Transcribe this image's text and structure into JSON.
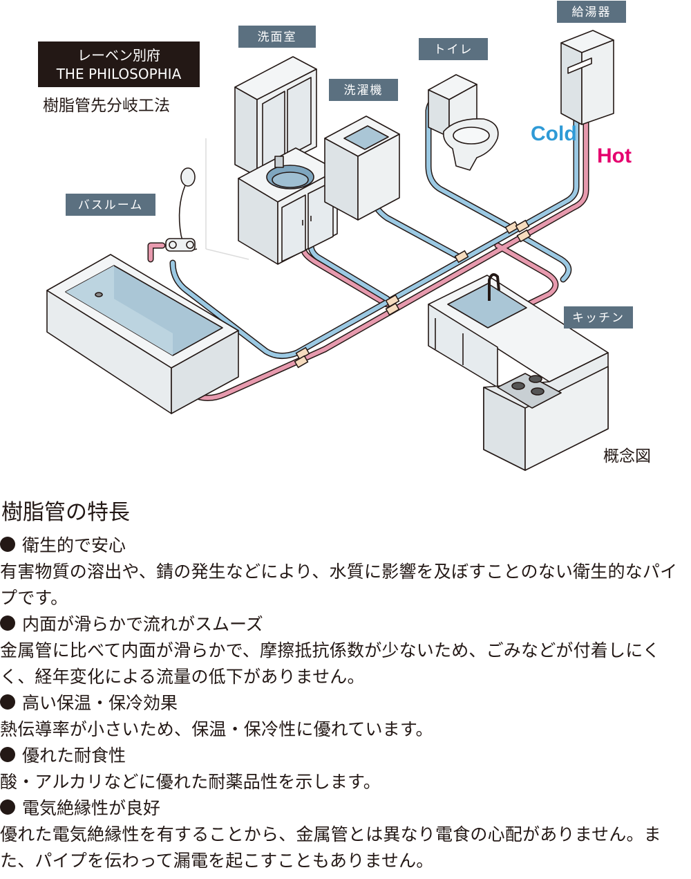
{
  "brand": {
    "title_line1": "レーベン別府",
    "title_line2": "THE PHILOSOPHIA",
    "method": "樹脂管先分岐工法"
  },
  "diagram": {
    "labels": {
      "washroom": "洗面室",
      "toilet": "トイレ",
      "water_heater": "給湯器",
      "washing_machine": "洗濯機",
      "bathroom": "バスルーム",
      "kitchen": "キッチン",
      "cold": "Cold",
      "hot": "Hot"
    },
    "caption": "概念図",
    "colors": {
      "cold_pipe": "#9bc9e3",
      "hot_pipe": "#e79aae",
      "cold_text": "#2e9ad6",
      "hot_text": "#e5006e",
      "tag_bg": "#5b7080",
      "fixture_fill": "#eef1f2",
      "water_fill": "#aac6d6"
    }
  },
  "features": {
    "heading": "樹脂管の特長",
    "items": [
      {
        "title": "衛生的で安心",
        "body": "有害物質の溶出や、錆の発生などにより、水質に影響を及ぼすことのない衛生的なパイプです。"
      },
      {
        "title": "内面が滑らかで流れがスムーズ",
        "body": "金属管に比べて内面が滑らかで、摩擦抵抗係数が少ないため、ごみなどが付着しにくく、経年変化による流量の低下がありません。"
      },
      {
        "title": "高い保温・保冷効果",
        "body": "熱伝導率が小さいため、保温・保冷性に優れています。"
      },
      {
        "title": "優れた耐食性",
        "body": "酸・アルカリなどに優れた耐薬品性を示します。"
      },
      {
        "title": "電気絶縁性が良好",
        "body": "優れた電気絶縁性を有することから、金属管とは異なり電食の心配がありません。また、パイプを伝わって漏電を起こすこともありません。"
      }
    ]
  }
}
